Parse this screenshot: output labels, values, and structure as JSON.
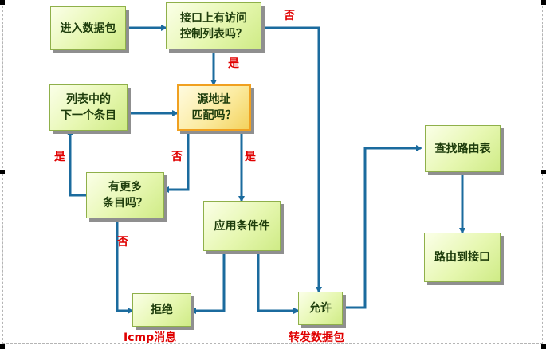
{
  "nodes": {
    "enter_packet": "进入数据包",
    "has_acl": "接口上有访问\n控制列表吗？",
    "src_match": "源地址\n匹配吗？",
    "next_entry": "列表中的\n下一个条目",
    "more_entries": "有更多\n条目吗？",
    "apply_condition": "应用条件件",
    "deny": "拒绝",
    "permit": "允许",
    "lookup_route": "查找路由表",
    "route_to_iface": "路由到接口"
  },
  "edge_labels": {
    "acl_no": "否",
    "acl_yes": "是",
    "match_no": "否",
    "match_yes": "是",
    "more_yes": "是",
    "more_no": "否"
  },
  "outputs": {
    "icmp_msg": "Icmp消息",
    "forward_packet": "转发数据包"
  },
  "colors": {
    "arrow": "#1b6b9e",
    "box_border": "#8fb04a",
    "box_text": "#1e3d0c",
    "highlight_border": "#f0a020",
    "label_red": "#e00000"
  }
}
